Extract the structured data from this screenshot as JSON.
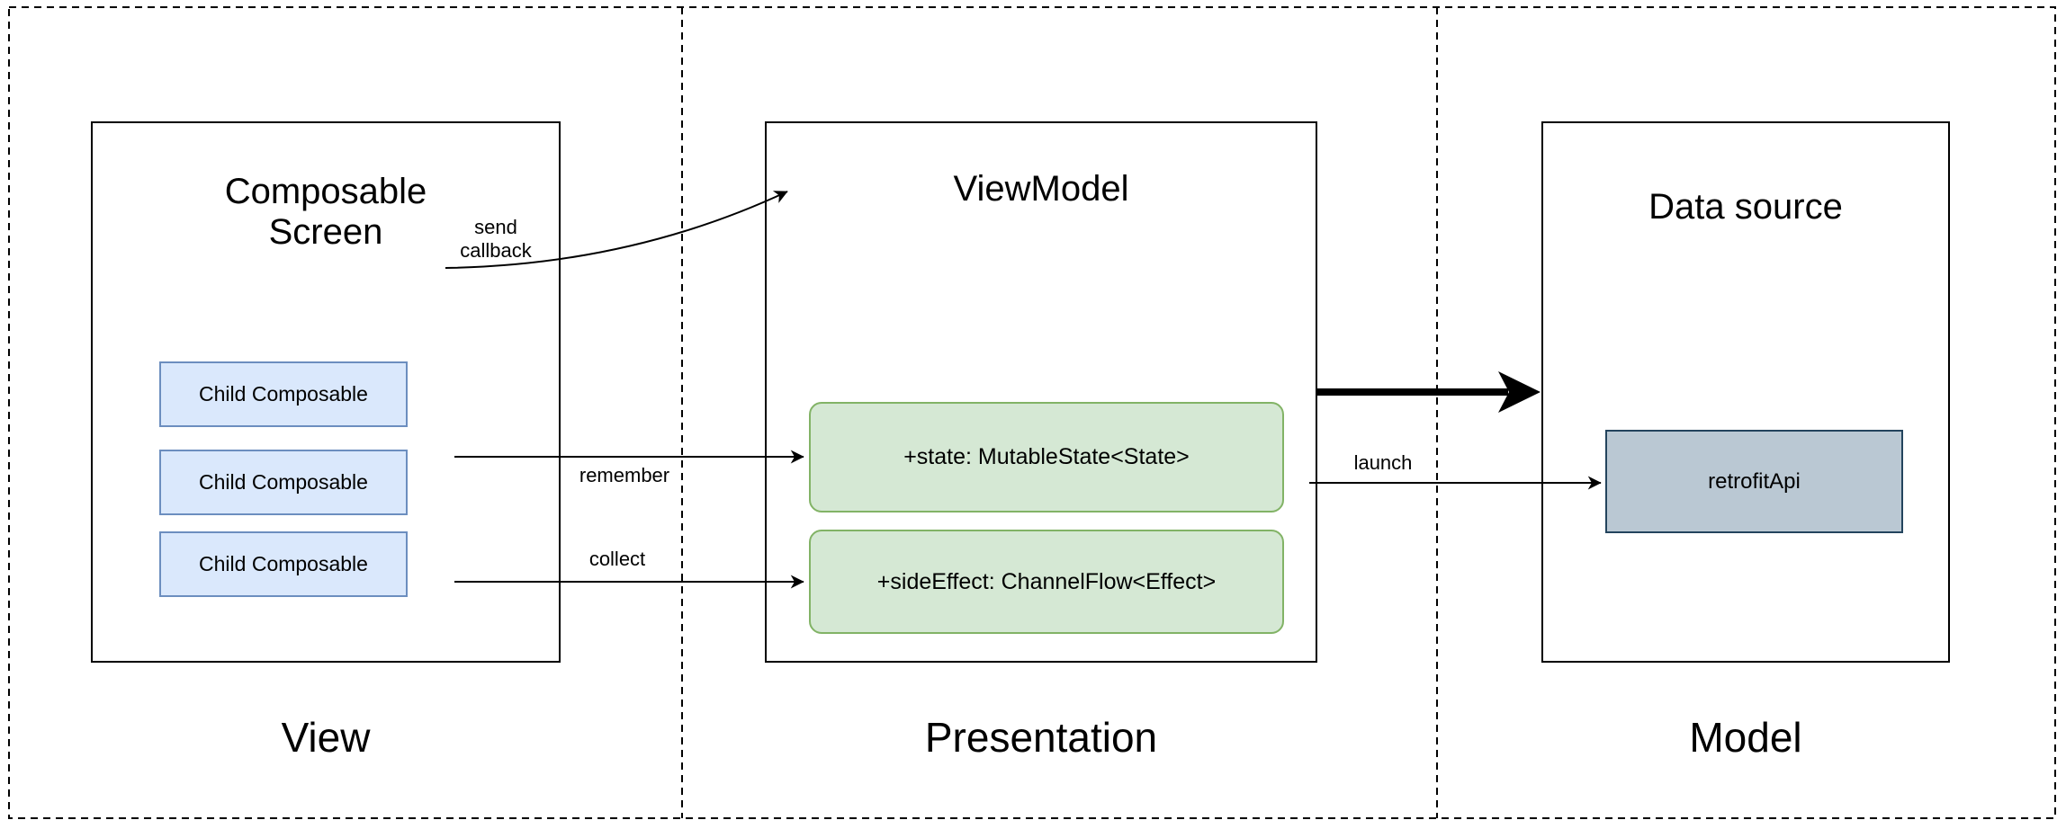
{
  "colors": {
    "background": "#ffffff",
    "line": "#000000",
    "blue-fill": "#dae8fc",
    "blue-stroke": "#6c8ebf",
    "green-fill": "#d5e8d4",
    "green-stroke": "#82b366",
    "slate-fill": "#bac8d3",
    "slate-stroke": "#23445d"
  },
  "sections": {
    "view": {
      "label": "View",
      "box_title": "Composable\nScreen",
      "children": [
        {
          "label": "Child Composable"
        },
        {
          "label": "Child Composable"
        },
        {
          "label": "Child Composable"
        }
      ]
    },
    "presentation": {
      "label": "Presentation",
      "box_title": "ViewModel",
      "members": [
        {
          "label": "+state: MutableState<State>"
        },
        {
          "label": "+sideEffect: ChannelFlow<Effect>"
        }
      ]
    },
    "model": {
      "label": "Model",
      "box_title": "Data source",
      "api_box_label": "retrofitApi"
    }
  },
  "arrows": {
    "send_callback_label": "send\ncallback",
    "remember_label": "remember",
    "collect_label": "collect",
    "launch_label": "launch"
  }
}
